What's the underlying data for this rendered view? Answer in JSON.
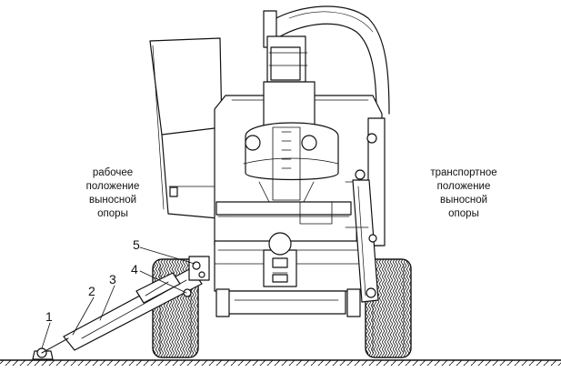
{
  "captions": {
    "working_position": [
      "рабочее",
      "положение",
      "выносной",
      "опоры"
    ],
    "transport_position": [
      "транспортное",
      "положение",
      "выносной",
      "опоры"
    ]
  },
  "callouts": [
    {
      "id": "1",
      "label": "1"
    },
    {
      "id": "2",
      "label": "2"
    },
    {
      "id": "3",
      "label": "3"
    },
    {
      "id": "4",
      "label": "4"
    },
    {
      "id": "5",
      "label": "5"
    }
  ]
}
